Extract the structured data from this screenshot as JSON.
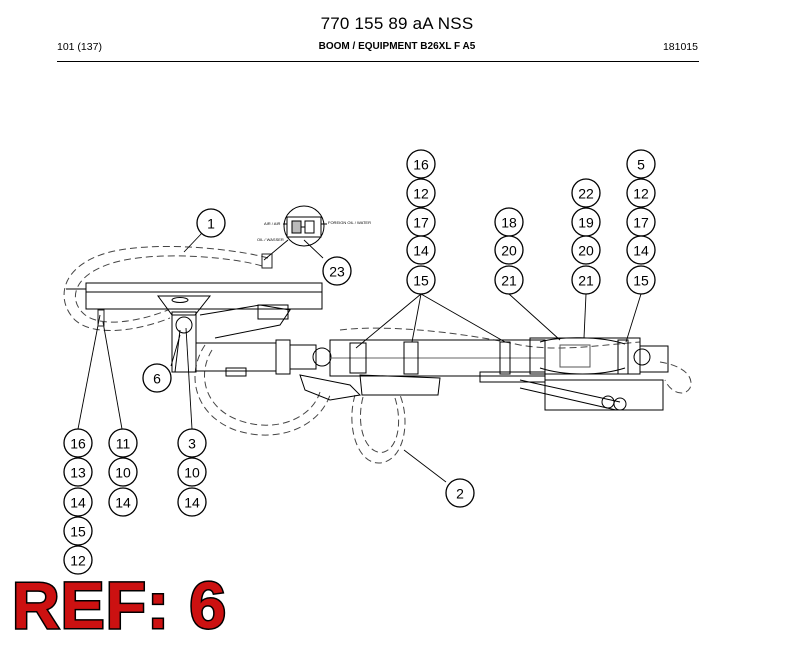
{
  "header": {
    "doc_number": "770 155 89 aA NSS",
    "page": "101 (137)",
    "section": "BOOM / EQUIPMENT B26XL F A5",
    "date_code": "181015"
  },
  "detail_labels": [
    "AIR / AIR",
    "OIL / WASSER",
    "FOREIGN OIL / WATER"
  ],
  "callouts": [
    {
      "id": "c-16a",
      "label": "16"
    },
    {
      "id": "c-12a",
      "label": "12"
    },
    {
      "id": "c-17a",
      "label": "17"
    },
    {
      "id": "c-14a",
      "label": "14"
    },
    {
      "id": "c-15a",
      "label": "15"
    },
    {
      "id": "c-18",
      "label": "18"
    },
    {
      "id": "c-20a",
      "label": "20"
    },
    {
      "id": "c-21a",
      "label": "21"
    },
    {
      "id": "c-22",
      "label": "22"
    },
    {
      "id": "c-19",
      "label": "19"
    },
    {
      "id": "c-20b",
      "label": "20"
    },
    {
      "id": "c-21b",
      "label": "21"
    },
    {
      "id": "c-5",
      "label": "5"
    },
    {
      "id": "c-12b",
      "label": "12"
    },
    {
      "id": "c-17b",
      "label": "17"
    },
    {
      "id": "c-14b",
      "label": "14"
    },
    {
      "id": "c-15b",
      "label": "15"
    },
    {
      "id": "c-1",
      "label": "1"
    },
    {
      "id": "c-23",
      "label": "23"
    },
    {
      "id": "c-6",
      "label": "6"
    },
    {
      "id": "c-16b",
      "label": "16"
    },
    {
      "id": "c-13",
      "label": "13"
    },
    {
      "id": "c-14c",
      "label": "14"
    },
    {
      "id": "c-15c",
      "label": "15"
    },
    {
      "id": "c-12c",
      "label": "12"
    },
    {
      "id": "c-11",
      "label": "11"
    },
    {
      "id": "c-10a",
      "label": "10"
    },
    {
      "id": "c-14d",
      "label": "14"
    },
    {
      "id": "c-3",
      "label": "3"
    },
    {
      "id": "c-10b",
      "label": "10"
    },
    {
      "id": "c-14e",
      "label": "14"
    },
    {
      "id": "c-2",
      "label": "2"
    }
  ],
  "ref_label": "REF: 6"
}
